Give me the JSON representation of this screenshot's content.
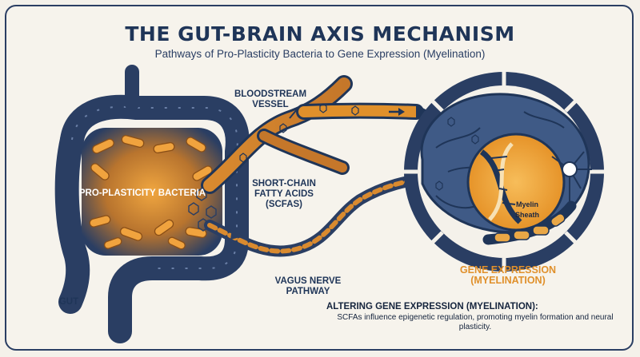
{
  "header": {
    "title": "THE GUT-BRAIN AXIS MECHANISM",
    "subtitle": "Pathways of Pro-Plasticity Bacteria to Gene Expression (Myelination)"
  },
  "labels": {
    "bacteria": "PRO-PLASTICITY BACTERIA",
    "gut": "GUT",
    "bloodstream": "BLOODSTREAM VESSEL",
    "scfa": "SHORT-CHAIN FATTY ACIDS (SCFAs)",
    "vagus": "VAGUS NERVE PATHWAY",
    "myelin": "Myelin Sheath",
    "gene_expression": "GENE EXPRESSION (MYELINATION)"
  },
  "description": {
    "heading": "ALTERING GENE EXPRESSION (MYELINATION):",
    "body": "SCFAs influence epigenetic regulation, promoting myelin formation and neural plasticity."
  },
  "colors": {
    "navy": "#2a3e63",
    "orange": "#e0902b",
    "background": "#f4f1ea"
  }
}
